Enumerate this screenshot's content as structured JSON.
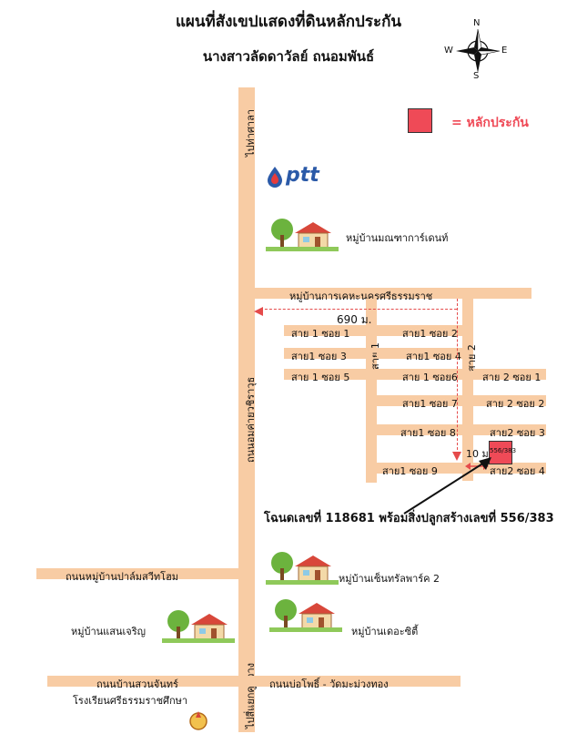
{
  "header": {
    "title": "แผนที่สังเขปแสดงที่ดินหลักประกัน",
    "owner": "นางสาวลัดดาวัลย์  ถนอมพันธ์"
  },
  "compass": {
    "n": "N",
    "s": "S",
    "e": "E",
    "w": "W"
  },
  "legend": {
    "label": "= หลักประกัน",
    "color": "#ef4a57"
  },
  "logo": {
    "text": "ptt",
    "color": "#2b5aa8"
  },
  "roads": {
    "main_top": "ไปท่าศาลา",
    "main_name": "ถนนอมค่ายวชิราวุธ",
    "main_bottom": "ไปสี่แยกคูขวาง",
    "top_village_road": "หมู่บ้านการเคหะนครศรีธรรมราช",
    "sai1": "สาย 1",
    "sai2": "สาย 2",
    "left_soi": [
      "สาย  1  ซอย  1",
      "สาย1  ซอย  3",
      "สาย  1  ซอย  5"
    ],
    "mid_soi": [
      "สาย1  ซอย  2",
      "สาย1  ซอย  4",
      "สาย  1  ซอย6",
      "สาย1  ซอย  7",
      "สาย1  ซอย  8",
      "สาย1  ซอย  9"
    ],
    "right_soi": [
      "สาย  2  ซอย  1",
      "สาย  2  ซอย  2",
      "สาย2  ซอย  3",
      "สาย2  ซอย  4"
    ],
    "palm": "ถนนหมู่บ้านปาล์มสวีทโฮม",
    "suan_chan": "ถนนบ้านสวนจันทร์",
    "bo_pho": "ถนนบ่อโพธิ์ - วัดมะม่วงทอง"
  },
  "distances": {
    "main": "690  ม.",
    "short": "10  ม."
  },
  "plot": {
    "label": "556/383",
    "color": "#ef4a57"
  },
  "places": {
    "village_top": "หมู่บ้านมณฑาการ์เดนท์",
    "central_park": "หมู่บ้านเซ็นทรัลพาร์ค 2",
    "the_city": "หมู่บ้านเดอะซิตี้",
    "saen_charoen": "หมู่บ้านแสนเจริญ",
    "school": "โรงเรียนศรีธรรมราชศึกษา"
  },
  "deed": {
    "text": "โฉนดเลขที่ 118681 พร้อมสิ่งปลูกสร้างเลขที่ 556/383"
  }
}
